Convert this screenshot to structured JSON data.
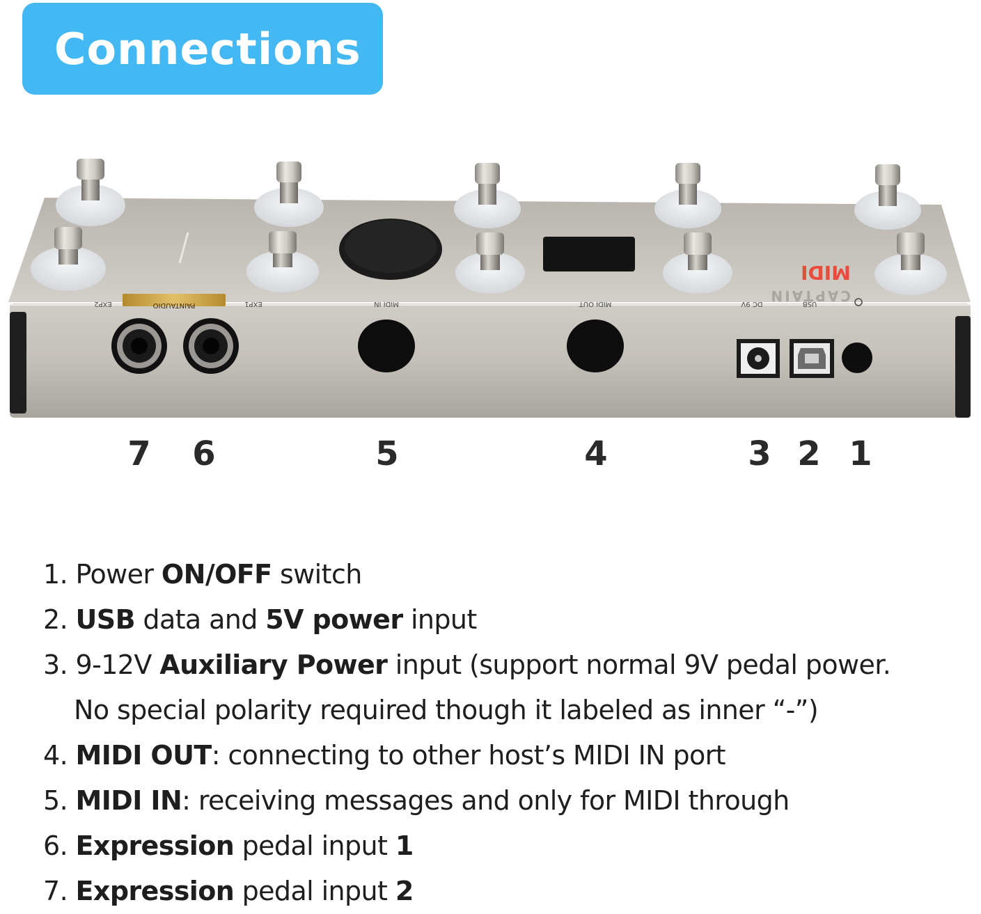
{
  "header": {
    "title": "Connections"
  },
  "device": {
    "brand_word": "MIDI",
    "model_word": "CAPTAIN",
    "maker_label": "PAINTAUDIO",
    "jack_labels": {
      "exp2": "EXP2",
      "exp1": "EXP1",
      "midi_in": "MIDI IN",
      "midi_out": "MIDI OUT",
      "dc": "DC 9V",
      "usb": "USB"
    },
    "brand_colors": [
      "#e84c3d",
      "#f4c20d",
      "#34a853",
      "#4285f4"
    ],
    "body_color": "#c6c2bb"
  },
  "ports": {
    "p7": "7",
    "p6": "6",
    "p5": "5",
    "p4": "4",
    "p3": "3",
    "p2": "2",
    "p1": "1"
  },
  "legend": {
    "i1": {
      "num": "1. ",
      "a": "Power ",
      "b": "ON/OFF",
      "c": " switch"
    },
    "i2": {
      "num": "2. ",
      "a": "USB",
      "b": " data and ",
      "c": "5V power",
      "d": " input"
    },
    "i3": {
      "num": "3. ",
      "a": "9-12V ",
      "b": "Auxiliary Power",
      "c": " input (support normal 9V pedal power.",
      "d": "No special polarity required though it labeled as inner “-”)"
    },
    "i4": {
      "num": "4. ",
      "a": "MIDI OUT",
      "b": ":  connecting to other host’s  MIDI IN port"
    },
    "i5": {
      "num": "5. ",
      "a": "MIDI IN",
      "b": ": receiving messages and only for MIDI through"
    },
    "i6": {
      "num": "6. ",
      "a": "Expression",
      "b": " pedal input ",
      "c": "1"
    },
    "i7": {
      "num": "7. ",
      "a": "Expression",
      "b": " pedal input ",
      "c": "2"
    }
  }
}
